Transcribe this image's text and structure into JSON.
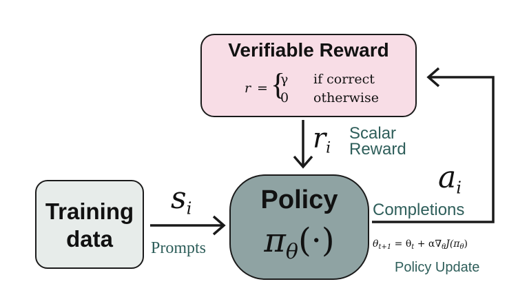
{
  "reward": {
    "title": "Verifiable Reward",
    "formula": {
      "lhs": "r",
      "eq": "=",
      "brace": "{",
      "case1_value": "γ",
      "case1_condition": "if correct",
      "case2_value": "0",
      "case2_condition": "otherwise"
    }
  },
  "training": {
    "line1": "Training",
    "line2": "data"
  },
  "policy": {
    "title": "Policy",
    "symbol": "π",
    "subscript": "θ",
    "args": "(·)"
  },
  "edges": {
    "reward_to_policy": {
      "symbol": "r",
      "subscript": "i",
      "label_line1": "Scalar",
      "label_line2": "Reward"
    },
    "data_to_policy": {
      "symbol": "s",
      "subscript": "i",
      "label": "Prompts"
    },
    "policy_to_reward": {
      "symbol": "a",
      "subscript": "i",
      "label": "Completions"
    },
    "update": {
      "equation_parts": [
        "θ",
        "t+1",
        " = θ",
        "t",
        " + α∇",
        "θ",
        "J(π",
        "θ",
        ")"
      ],
      "label": "Policy Update"
    }
  },
  "colors": {
    "reward_fill": "#f8dde6",
    "training_fill": "#e7ecea",
    "policy_fill": "#8fa3a3",
    "label_teal": "#2e5e5a",
    "stroke": "#1a1a1a"
  }
}
